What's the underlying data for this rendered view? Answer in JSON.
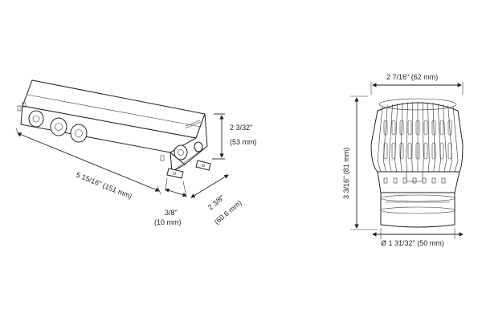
{
  "driver_box": {
    "height_label": "2 3/32\"",
    "height_metric": "(53 mm)",
    "length_label": "5 15/16\" (151 mm)",
    "tab_label": "3/8\"",
    "tab_metric": "(10 mm)",
    "width_label": "2 3/8\"",
    "width_metric": "(60.6 mm)"
  },
  "fixture": {
    "width_label": "2 7/16\" (62 mm)",
    "height_label": "3 3/16\" (81 mm)",
    "base_label": "Ø 1 31/32\" (50 mm)"
  }
}
